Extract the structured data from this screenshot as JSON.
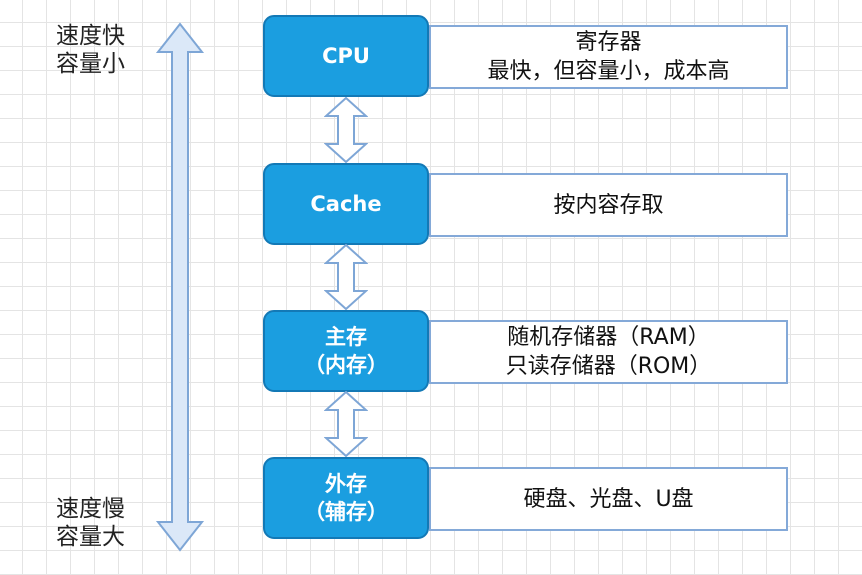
{
  "scale": {
    "top_lines": [
      "速度快",
      "容量小"
    ],
    "bottom_lines": [
      "速度慢",
      "容量大"
    ]
  },
  "levels": [
    {
      "name": "CPU",
      "sub": "",
      "desc": [
        "寄存器",
        "最快，但容量小，成本高"
      ]
    },
    {
      "name": "Cache",
      "sub": "",
      "desc": [
        "按内容存取"
      ]
    },
    {
      "name": "主存",
      "sub": "（内存）",
      "desc": [
        "随机存储器（RAM）",
        "只读存储器（ROM）"
      ]
    },
    {
      "name": "外存",
      "sub": "（辅存）",
      "desc": [
        "硬盘、光盘、U盘"
      ]
    }
  ],
  "colors": {
    "box_fill": "#1b9ee0",
    "box_border": "#1379b6",
    "desc_border": "#84a9d8",
    "arrow_fill": "#dbe8f8",
    "arrow_stroke": "#7ea6d6"
  }
}
